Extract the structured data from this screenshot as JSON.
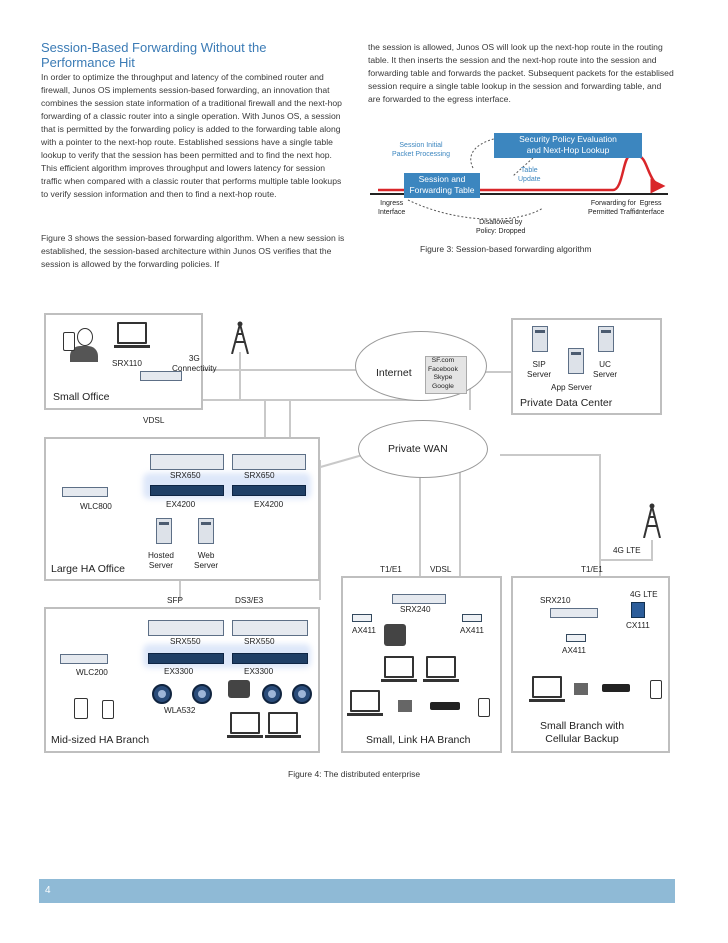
{
  "section_title": "Session-Based Forwarding Without the Performance Hit",
  "left_para1": "In order to optimize the throughput and latency of the combined router and firewall, Junos OS implements session-based forwarding, an innovation that combines the session state information of a traditional firewall and the next-hop forwarding of a classic router into a single operation. With Junos OS, a session that is permitted by the forwarding policy is added to the forwarding table along with a pointer to the next-hop route. Established sessions have a single table lookup to verify that the session has been permitted and to find the next hop. This efficient algorithm improves throughput and lowers latency for session traffic when compared with a classic router that performs multiple table lookups to verify session information and then to find a next-hop route.",
  "left_para2": "Figure 3 shows the session-based forwarding algorithm. When a new session is established, the session-based architecture within Junos OS verifies that the session is allowed by the forwarding policies. If",
  "right_para": "the session is allowed, Junos OS will look up the next-hop route in the routing table. It then inserts the session and the next-hop route into the session and forwarding table and forwards the packet. Subsequent packets for the establised session require a single table lookup in the session and forwarding table, and are forwarded to the egress interface.",
  "fig3": {
    "session_initial": "Session Initial\nPacket Processing",
    "security_policy": "Security Policy Evaluation\nand Next-Hop Lookup",
    "table_update": "Table\nUpdate",
    "session_table": "Session and\nForwarding Table",
    "ingress": "Ingress\nInterface",
    "forwarding": "Forwarding for\nPermitted Traffic",
    "egress": "Egress\nInterface",
    "disallowed": "Disallowed by\nPolicy: Dropped",
    "caption": "Figure 3:  Session-based forwarding algorithm"
  },
  "fig4": {
    "small_office": "Small Office",
    "srx110": "SRX110",
    "three_g": "3G\nConnectivity",
    "internet": "Internet",
    "cloud_services": "SF.com\nFacebook\nSkype\nGoogle",
    "sip": "SIP\nServer",
    "uc": "UC\nServer",
    "app_server": "App Server",
    "private_dc": "Private Data Center",
    "vdsl_top": "VDSL",
    "private_wan": "Private WAN",
    "srx650a": "SRX650",
    "srx650b": "SRX650",
    "ex4200a": "EX4200",
    "ex4200b": "EX4200",
    "wlc800": "WLC800",
    "hosted": "Hosted\nServer",
    "web": "Web\nServer",
    "large_ha": "Large HA Office",
    "four_g_lte_tower": "4G LTE",
    "t1e1_a": "T1/E1",
    "vdsl_b": "VDSL",
    "t1e1_b": "T1/E1",
    "sfp": "SFP",
    "ds3": "DS3/E3",
    "srx550a": "SRX550",
    "srx550b": "SRX550",
    "wlc200": "WLC200",
    "ex3300a": "EX3300",
    "ex3300b": "EX3300",
    "wla532": "WLA532",
    "midsized": "Mid-sized HA Branch",
    "srx240": "SRX240",
    "ax411a": "AX411",
    "ax411b": "AX411",
    "small_link": "Small, Link HA Branch",
    "srx210": "SRX210",
    "four_g_lte": "4G LTE",
    "cx111": "CX111",
    "ax411c": "AX411",
    "small_cell": "Small Branch with\nCellular Backup",
    "caption": "Figure 4:  The distributed enterprise"
  },
  "page_number": "4",
  "colors": {
    "title": "#3b7bb5",
    "accent_blue": "#3c86bf",
    "footer": "#8fbad6",
    "red_path": "#d9262a"
  }
}
